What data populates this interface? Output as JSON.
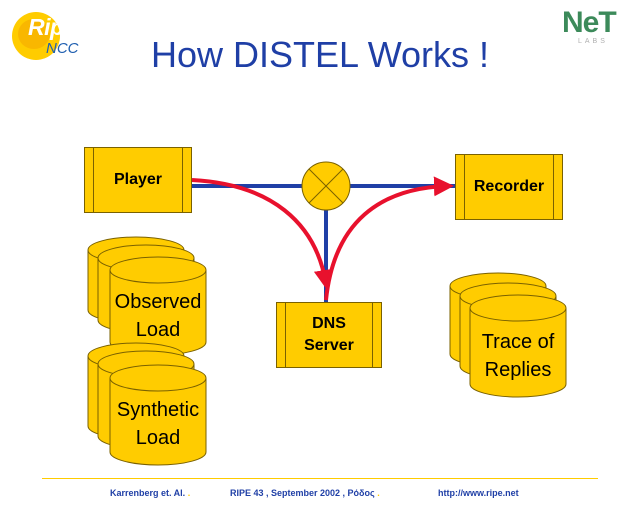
{
  "slide": {
    "title": "How DISTEL Works !"
  },
  "logos": {
    "ripe_word": "Ripe",
    "ripe_ncc": "NCC",
    "net_word": "NeT",
    "net_sub": "LABS"
  },
  "nodes": {
    "player": "Player",
    "recorder": "Recorder",
    "dns_line1": "DNS",
    "dns_line2": "Server"
  },
  "stacks": {
    "observed_line1": "Observed",
    "observed_line2": "Load",
    "synthetic_line1": "Synthetic",
    "synthetic_line2": "Load",
    "trace_line1": "Trace of",
    "trace_line2": "Replies"
  },
  "footer": {
    "author": "Karrenberg et. Al.",
    "meeting": "RIPE 43 ,  September 2002 , Ρόδος",
    "url": "http://www.ripe.net",
    "separator": "."
  },
  "colors": {
    "box_fill": "#ffcc00",
    "link_blue": "#1f3fa6",
    "flow_red": "#e8112d"
  }
}
